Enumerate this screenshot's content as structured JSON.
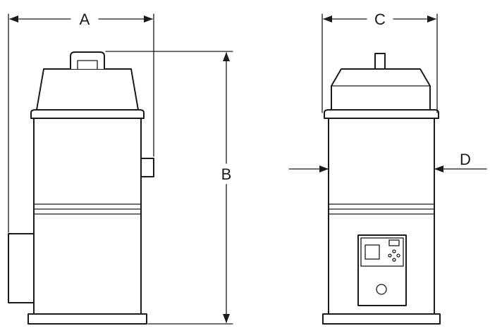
{
  "diagram": {
    "dimension_labels": {
      "a": "A",
      "b": "B",
      "c": "C",
      "d": "D"
    },
    "colors": {
      "line": "#1a1a1a",
      "background": "#ffffff"
    },
    "icons": {
      "control_panel": "control-panel-icon",
      "knob": "knob-icon",
      "handle": "handle-icon"
    }
  }
}
